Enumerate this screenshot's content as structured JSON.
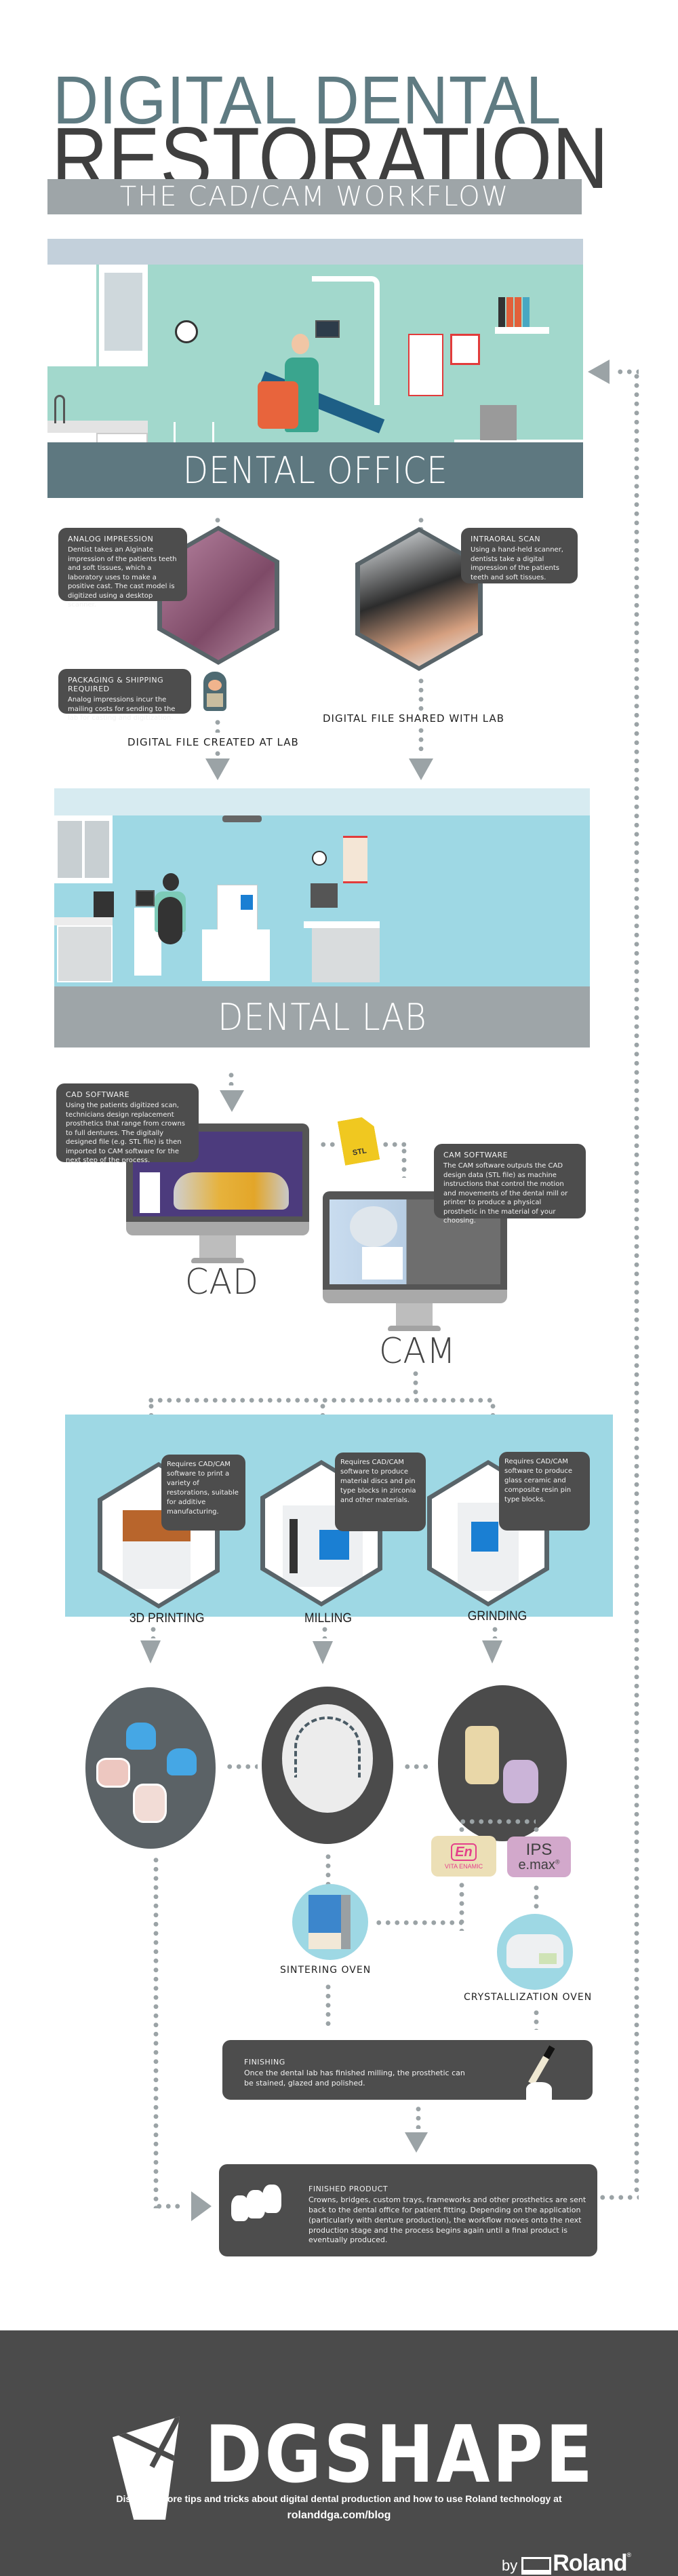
{
  "header": {
    "title_line1": "DIGITAL DENTAL",
    "title_line2": "RESTORATION",
    "subtitle": "THE CAD/CAM WORKFLOW"
  },
  "colors": {
    "title_teal": "#5f7b82",
    "title_dark": "#3f3f3f",
    "subtitle_bar": "#9ea5a8",
    "office_wall": "#a2d8cc",
    "office_banner": "#5e7880",
    "lab_wall": "#9ed8e4",
    "lab_banner": "#9ea5a8",
    "callout_bg": "#4d4d4d",
    "connector_dots": "#9ba3a6",
    "footer_bg": "#4b4b4b"
  },
  "dental_office": {
    "label": "DENTAL OFFICE"
  },
  "impressions": {
    "analog": {
      "title": "ANALOG IMPRESSION",
      "body": "Dentist takes an Alginate impression of the patients teeth and soft tissues, which a laboratory uses to make a positive cast. The cast model is digitized using a desktop scanner."
    },
    "shipping": {
      "title": "PACKAGING & SHIPPING REQUIRED",
      "body": "Analog impressions incur the mailing costs for sending to the lab for casting and digitization."
    },
    "intraoral": {
      "title": "INTRAORAL SCAN",
      "body": "Using a hand-held scanner, dentists take a digital impression of the patients teeth and soft tissues."
    },
    "label_left": "DIGITAL FILE CREATED AT LAB",
    "label_right": "DIGITAL FILE SHARED WITH LAB"
  },
  "dental_lab": {
    "label": "DENTAL LAB"
  },
  "software": {
    "cad": {
      "title": "CAD SOFTWARE",
      "body": "Using the patients digitized scan, technicians design replacement prosthetics that range from crowns to full dentures. The digitally designed file (e.g. STL file) is then imported to CAM software for the next step of the process.",
      "label": "CAD"
    },
    "stl_icon_label": "STL",
    "cam": {
      "title": "CAM SOFTWARE",
      "body": "The CAM software outputs the CAD design data (STL file) as machine instructions that control the motion and movements of the dental mill or printer to produce a physical prosthetic in the material of your choosing.",
      "label": "CAM"
    }
  },
  "machines": [
    {
      "label": "3D PRINTING",
      "note": "Requires CAD/CAM software to print a variety of restorations, suitable for additive manufacturing."
    },
    {
      "label": "MILLING",
      "note": "Requires CAD/CAM software to produce material discs and pin type blocks in zirconia and other materials."
    },
    {
      "label": "GRINDING",
      "note": "Requires CAD/CAM software to produce glass ceramic and composite resin pin type blocks."
    }
  ],
  "materials": {
    "vita": {
      "mark": "En",
      "name": "VITA ENAMIC"
    },
    "ips": {
      "line1": "IPS",
      "line2": "e.max",
      "reg": "®"
    }
  },
  "ovens": {
    "sintering": "SINTERING OVEN",
    "crystallization": "CRYSTALLIZATION OVEN"
  },
  "finishing": {
    "title": "FINISHING",
    "body": "Once the dental lab has finished milling, the prosthetic can be stained, glazed and polished."
  },
  "finished_product": {
    "title": "FINISHED PRODUCT",
    "body": "Crowns, bridges, custom trays, frameworks and other prosthetics are sent back to the dental office for patient fitting. Depending on the application (particularly with denture production), the workflow moves onto the next production stage and the process begins again until a final product is eventually produced."
  },
  "footer": {
    "brand": "DGSHAPE",
    "tagline": "Discover more tips and tricks about digital dental production and how to use Roland technology at",
    "link": "rolanddga.com/blog",
    "by": "by",
    "parent_brand": "Roland",
    "parent_reg": "®"
  }
}
